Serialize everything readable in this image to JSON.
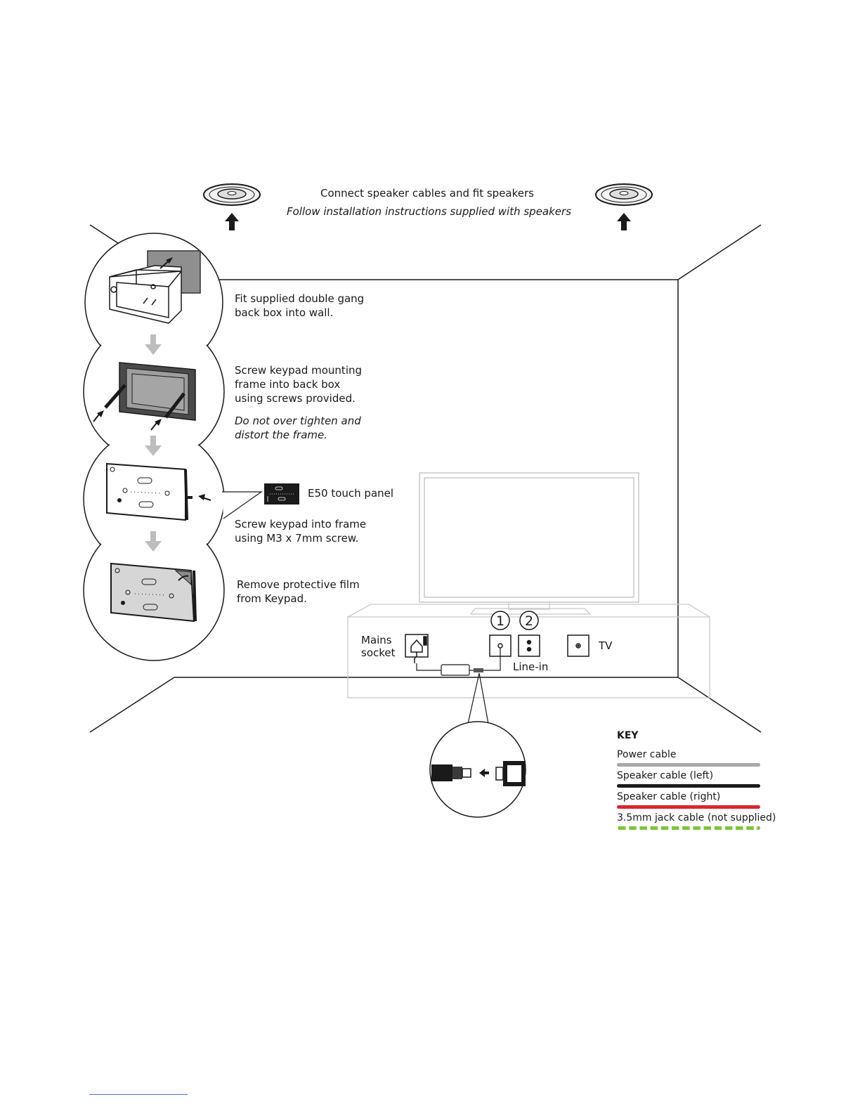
{
  "top": {
    "title": "Connect speaker cables and fit speakers",
    "subtitle": "Follow installation instructions supplied with speakers"
  },
  "steps": [
    {
      "lines": [
        "Fit supplied double gang",
        "back box into wall."
      ]
    },
    {
      "lines": [
        "Screw keypad mounting",
        "frame into back box",
        "using screws provided."
      ],
      "note": [
        "Do not over tighten and",
        "distort the frame."
      ]
    },
    {
      "lines": [
        "Screw keypad into frame",
        "using M3 x 7mm screw."
      ]
    },
    {
      "lines": [
        "Remove protective film",
        "from Keypad."
      ]
    }
  ],
  "callout": {
    "label": "E50 touch panel"
  },
  "tv_unit": {
    "mains_label": [
      "Mains",
      "socket"
    ],
    "line_in_label": "Line-in",
    "tv_label": "TV",
    "markers": [
      "1",
      "2"
    ]
  },
  "key": {
    "title": "KEY",
    "items": [
      {
        "label": "Power cable",
        "color": "#a7a7a7",
        "style": "solid"
      },
      {
        "label": "Speaker cable (left)",
        "color": "#1a1a1a",
        "style": "solid"
      },
      {
        "label": "Speaker cable (right)",
        "color": "#d7262e",
        "style": "solid"
      },
      {
        "label": "3.5mm jack cable (not supplied)",
        "color": "#7cc43b",
        "style": "dashed"
      }
    ]
  },
  "colors": {
    "line": "#1a1a1a",
    "grey": "#bdbdbd",
    "light": "#c9c9c9"
  }
}
